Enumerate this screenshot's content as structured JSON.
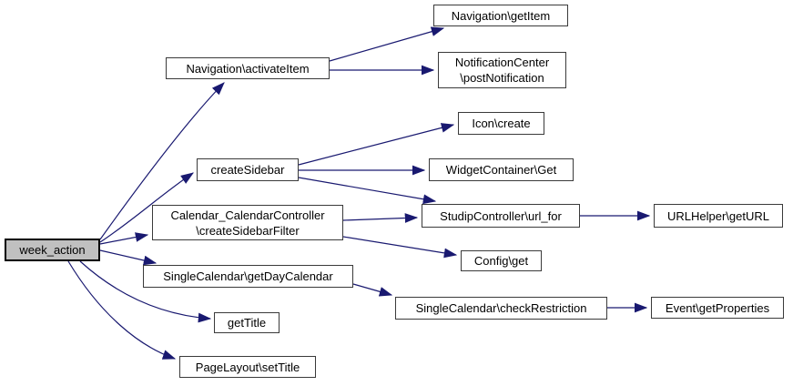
{
  "diagram": {
    "kind": "call-graph",
    "root_function": "week_action",
    "colors": {
      "edge": "#191970",
      "node_border": "#3a3a3a",
      "node_fill": "#ffffff",
      "root_fill": "#c0c0c0",
      "text": "#000000",
      "background": "#ffffff"
    },
    "nodes": [
      {
        "label": "week_action",
        "root": true
      },
      {
        "label": "Navigation\\activateItem"
      },
      {
        "label": "Navigation\\getItem"
      },
      {
        "label": "NotificationCenter\n\\postNotification"
      },
      {
        "label": "Icon\\create"
      },
      {
        "label": "createSidebar"
      },
      {
        "label": "WidgetContainer\\Get"
      },
      {
        "label": "StudipController\\url_for"
      },
      {
        "label": "URLHelper\\getURL"
      },
      {
        "label": "Calendar_CalendarController\n\\createSidebarFilter"
      },
      {
        "label": "Config\\get"
      },
      {
        "label": "SingleCalendar\\getDayCalendar"
      },
      {
        "label": "SingleCalendar\\checkRestriction"
      },
      {
        "label": "Event\\getProperties"
      },
      {
        "label": "getTitle"
      },
      {
        "label": "PageLayout\\setTitle"
      }
    ],
    "edges": [
      {
        "from": "week_action",
        "to": "Navigation\\activateItem"
      },
      {
        "from": "week_action",
        "to": "createSidebar"
      },
      {
        "from": "week_action",
        "to": "Calendar_CalendarController\\createSidebarFilter"
      },
      {
        "from": "week_action",
        "to": "SingleCalendar\\getDayCalendar"
      },
      {
        "from": "week_action",
        "to": "getTitle"
      },
      {
        "from": "week_action",
        "to": "PageLayout\\setTitle"
      },
      {
        "from": "Navigation\\activateItem",
        "to": "Navigation\\getItem"
      },
      {
        "from": "Navigation\\activateItem",
        "to": "NotificationCenter\\postNotification"
      },
      {
        "from": "createSidebar",
        "to": "Icon\\create"
      },
      {
        "from": "createSidebar",
        "to": "WidgetContainer\\Get"
      },
      {
        "from": "createSidebar",
        "to": "StudipController\\url_for"
      },
      {
        "from": "Calendar_CalendarController\\createSidebarFilter",
        "to": "StudipController\\url_for"
      },
      {
        "from": "Calendar_CalendarController\\createSidebarFilter",
        "to": "Config\\get"
      },
      {
        "from": "SingleCalendar\\getDayCalendar",
        "to": "SingleCalendar\\checkRestriction"
      },
      {
        "from": "StudipController\\url_for",
        "to": "URLHelper\\getURL"
      },
      {
        "from": "SingleCalendar\\checkRestriction",
        "to": "Event\\getProperties"
      }
    ]
  }
}
